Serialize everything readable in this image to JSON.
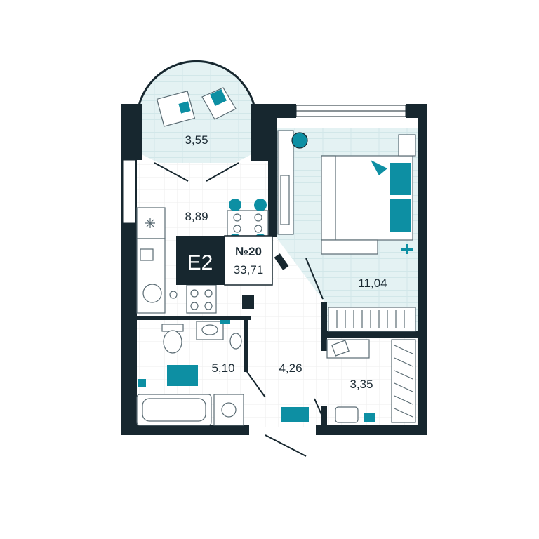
{
  "plan": {
    "type_code": "E2",
    "apartment_number": "№20",
    "total_area": "33,71",
    "rooms": {
      "balcony": "3,55",
      "kitchen": "8,89",
      "bedroom": "11,04",
      "bathroom": "5,10",
      "hallway": "4,26",
      "wardrobe": "3,35"
    }
  },
  "colors": {
    "wall": "#17272f",
    "accent": "#0d8fa3",
    "floor_tint": "#e3f1f2",
    "tile_line": "#ececec",
    "furniture_line": "#5a6b73"
  }
}
